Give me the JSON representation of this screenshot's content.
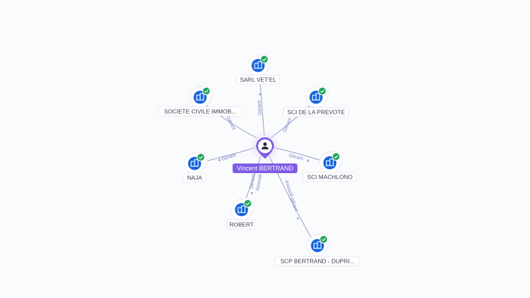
{
  "center": {
    "name": "Vincent BERTRAND",
    "icon": "person-icon",
    "color": "#7f5ce6"
  },
  "colors": {
    "company_icon": "#1565e0",
    "verified_badge": "#1fa35a",
    "edge": "#9a9dc4",
    "edge_label": "#7a7fc0"
  },
  "companies": [
    {
      "id": "sarl-vetel",
      "label": "SARL VET'EL",
      "relation": "Gérant",
      "icon": "company-icon",
      "verified": true
    },
    {
      "id": "societe-civile",
      "label": "SOCIETE CIVILE IMMOB...",
      "relation": "Gérant",
      "icon": "company-icon",
      "verified": true
    },
    {
      "id": "sci-prevote",
      "label": "SCI DE LA PREVOTE",
      "relation": "Gérant",
      "icon": "company-icon",
      "verified": true
    },
    {
      "id": "naja",
      "label": "NAJA",
      "relation": "Gérant",
      "icon": "company-icon",
      "verified": true
    },
    {
      "id": "sci-machlono",
      "label": "SCI MACHLONO",
      "relation": "Gérant",
      "icon": "company-icon",
      "verified": true
    },
    {
      "id": "robert",
      "label": "ROBERT",
      "relation": "Gérant",
      "relation2": "Associé",
      "icon": "company-icon",
      "verified": true
    },
    {
      "id": "scp-bertrand",
      "label": "SCP BERTRAND - DUPRI...",
      "relation": "Associé-gérant",
      "icon": "company-icon",
      "verified": true
    }
  ]
}
